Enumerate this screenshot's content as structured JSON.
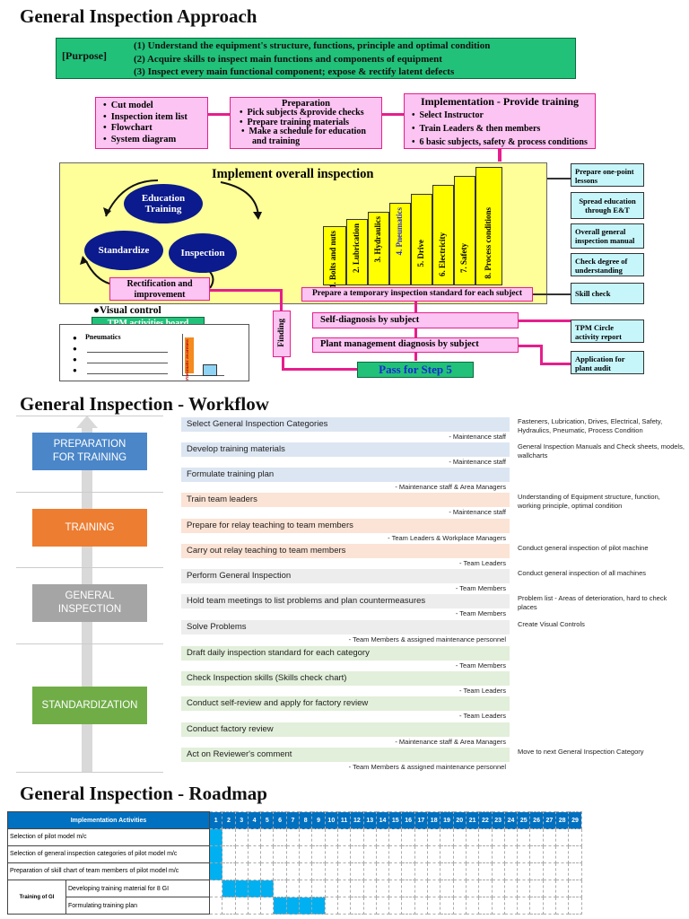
{
  "approach": {
    "title": "General Inspection Approach",
    "purpose_label": "[Purpose]",
    "purpose_items": [
      "(1) Understand the equipment's structure, functions, principle and optimal condition",
      "(2) Acquire skills to inspect main functions and components of equipment",
      "(3) Inspect every main functional component;  expose & rectify latent defects"
    ],
    "materials": [
      "Cut model",
      "Inspection item list",
      "Flowchart",
      "System diagram"
    ],
    "preparation": {
      "title": "Preparation",
      "items": [
        "Pick subjects &provide checks",
        "Prepare training materials",
        "Make a schedule for education and training"
      ]
    },
    "implementation": {
      "title": "Implementation - Provide training",
      "items": [
        "Select Instructor",
        "Train Leaders & then members",
        "6 basic subjects, safety & process conditions"
      ]
    },
    "overall_title": "Implement overall inspection",
    "cycle": {
      "education": "Education Training",
      "standardize": "Standardize",
      "inspection": "Inspection",
      "rectification": "Rectification and improvement"
    },
    "stairs": [
      "1. Bolts and nuts",
      "2. Lubrication",
      "3. Hydraulics",
      "4. Pneumatics",
      "5. Drive",
      "6. Electricity",
      "7. Safety",
      "8. Process conditions"
    ],
    "temp_standard": "Prepare a temporary inspection standard for each subject",
    "self_diagnosis": "Self-diagnosis by subject",
    "plant_diagnosis": "Plant management diagnosis by subject",
    "pass": "Pass for Step 5",
    "finding": "Finding",
    "visual_control": "Visual control",
    "tpm_board": "TPM activities board",
    "board_item": "Pneumatics",
    "board_chart": "Pneumatic awareness",
    "right_boxes": [
      "Prepare one-point lessons",
      "Spread education through E&T",
      "Overall general inspection manual",
      "Check degree of understanding",
      "Skill check",
      "TPM Circle activity report",
      "Application for plant audit"
    ]
  },
  "workflow": {
    "title": "General Inspection - Workflow",
    "phases": [
      {
        "label": "PREPARATION FOR TRAINING",
        "color": "#4a86c8"
      },
      {
        "label": "TRAINING",
        "color": "#ed7d31"
      },
      {
        "label": "GENERAL INSPECTION",
        "color": "#a5a5a5"
      },
      {
        "label": "STANDARDIZATION",
        "color": "#70ad47"
      }
    ],
    "rows": [
      {
        "task": "Select General Inspection Categories",
        "who": "- Maintenance staff",
        "note": "Fasteners, Lubrication, Drives, Electrical, Safety, Hydraulics, Pneumatic, Process Condition"
      },
      {
        "task": "Develop training materials",
        "who": "- Maintenance staff",
        "note": "General Inspection Manuals and Check sheets, models, wallcharts"
      },
      {
        "task": "Formulate training plan",
        "who": "- Maintenance staff & Area Managers",
        "note": ""
      },
      {
        "task": "Train team leaders",
        "who": "- Maintenance staff",
        "note": "Understanding of Equipment structure, function, working principle, optimal condition"
      },
      {
        "task": "Prepare for relay teaching to team members",
        "who": "- Team Leaders & Workplace Managers",
        "note": ""
      },
      {
        "task": "Carry out relay teaching to team members",
        "who": "- Team Leaders",
        "note": "Conduct general inspection of pilot machine"
      },
      {
        "task": "Perform General Inspection",
        "who": "- Team Members",
        "note": "Conduct general inspection of all machines"
      },
      {
        "task": "Hold team meetings to  list problems and plan countermeasures",
        "who": "- Team Members",
        "note": "Problem list - Areas of deterioration, hard to check places"
      },
      {
        "task": "Solve Problems",
        "who": "- Team Members & assigned maintenance personnel",
        "note": "Create Visual Controls"
      },
      {
        "task": "Draft daily inspection standard for each category",
        "who": "- Team Members",
        "note": ""
      },
      {
        "task": "Check Inspection skills (Skills check chart)",
        "who": "- Team Leaders",
        "note": ""
      },
      {
        "task": "Conduct self-review and apply for factory review",
        "who": "- Team Leaders",
        "note": ""
      },
      {
        "task": "Conduct factory review",
        "who": "- Maintenance staff & Area Managers",
        "note": ""
      },
      {
        "task": "Act on Reviewer's comment",
        "who": "- Team Members & assigned maintenance personnel",
        "note": "Move to next General Inspection Category"
      }
    ]
  },
  "roadmap": {
    "title": "General Inspection - Roadmap",
    "header": "Implementation Activities",
    "weeks": [
      "1",
      "2",
      "3",
      "4",
      "5",
      "6",
      "7",
      "8",
      "9",
      "10",
      "11",
      "12",
      "13",
      "14",
      "15",
      "16",
      "17",
      "18",
      "19",
      "20",
      "21",
      "22",
      "23",
      "24",
      "25",
      "26",
      "27",
      "28",
      "29"
    ],
    "rows": [
      {
        "group": "",
        "activity": "Selection of pilot model m/c",
        "filled_weeks": [
          1
        ]
      },
      {
        "group": "",
        "activity": "Selection of general inspection categories of pilot model m/c",
        "filled_weeks": [
          1
        ]
      },
      {
        "group": "",
        "activity": "Preparation of skill chart of team members of pilot model m/c",
        "filled_weeks": [
          1
        ]
      },
      {
        "group": "Training of GI",
        "activity": "Developing training material for 8 GI",
        "filled_weeks": [
          2,
          3,
          4,
          5
        ]
      },
      {
        "group": "Training of GI",
        "activity": "Formulating training plan",
        "filled_weeks": [
          6,
          7,
          8,
          9
        ]
      }
    ]
  },
  "colors": {
    "pink": "#fbc4f2",
    "magenta": "#e61e8c",
    "green": "#21c17a",
    "yellow": "#ffff99",
    "navy": "#0b1a8c",
    "cyan": "#c6f5fa"
  }
}
